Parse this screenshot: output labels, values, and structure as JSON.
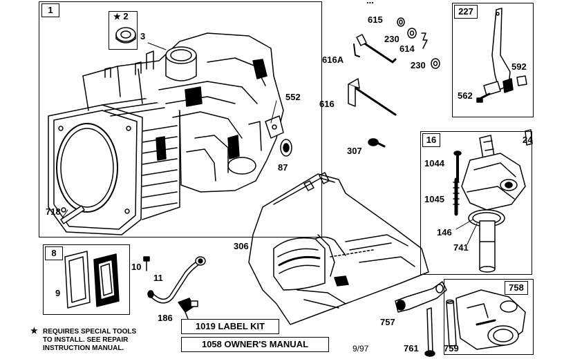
{
  "callouts": {
    "c1": "1",
    "c2": "2",
    "c3": "3",
    "c552": "552",
    "c87": "87",
    "c718": "718",
    "c8": "8",
    "c9": "9",
    "c10": "10",
    "c11": "11",
    "c186": "186",
    "c306": "306",
    "c615": "615",
    "c230a": "230",
    "c614": "614",
    "c230b": "230",
    "c616A": "616A",
    "c616": "616",
    "c307": "307",
    "c227": "227",
    "c592": "592",
    "c562": "562",
    "c24": "24",
    "c16": "16",
    "c1044": "1044",
    "c1045": "1045",
    "c146": "146",
    "c741": "741",
    "c757": "757",
    "c758": "758",
    "c761": "761",
    "c759": "759"
  },
  "star_symbol": "★",
  "kits": {
    "label_kit": "1019 LABEL KIT",
    "owners_manual": "1058 OWNER'S MANUAL"
  },
  "note": {
    "line1": "REQUIRES SPECIAL TOOLS",
    "line2": "TO INSTALL.  SEE REPAIR",
    "line3": "INSTRUCTION MANUAL."
  },
  "date_code": "9/97",
  "header_fragment": "..."
}
